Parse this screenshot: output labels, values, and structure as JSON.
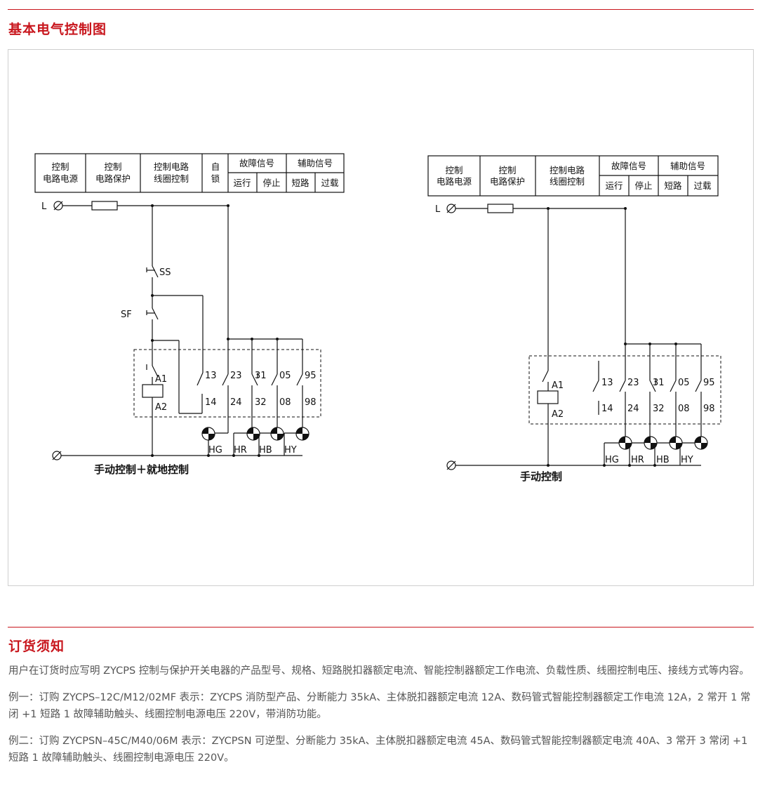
{
  "section1": {
    "title": "基本电气控制图"
  },
  "section2": {
    "title": "订货须知"
  },
  "header_cells": {
    "power": [
      "控制",
      "电路电源"
    ],
    "protect": [
      "控制",
      "电路保护"
    ],
    "coil": [
      "控制电路",
      "线圈控制"
    ],
    "selflock": [
      "自",
      "锁"
    ],
    "fault": "故障信号",
    "aux": "辅助信号",
    "run": "运行",
    "stop": "停止",
    "short": "短路",
    "overload": "过载"
  },
  "terminals": {
    "L": "L",
    "SS": "SS",
    "SF": "SF",
    "A1": "A1",
    "A2": "A2",
    "t13": "13",
    "t14": "14",
    "t23": "23",
    "t24": "24",
    "t31": "31",
    "t32": "32",
    "t05": "05",
    "t08": "08",
    "t95": "95",
    "t98": "98"
  },
  "lamps": [
    "HG",
    "HR",
    "HB",
    "HY"
  ],
  "captions": {
    "left": "手动控制＋就地控制",
    "right": "手动控制"
  },
  "notes": [
    "用户在订货时应写明 ZYCPS 控制与保护开关电器的产品型号、规格、短路脱扣器额定电流、智能控制器额定工作电流、负载性质、线圈控制电压、接线方式等内容。",
    "例一：订购 ZYCPS–12C/M12/02MF 表示：ZYCPS 消防型产品、分断能力 35kA、主体脱扣器额定电流 12A、数码管式智能控制器额定工作电流 12A，2 常开 1 常闭 +1 短路 1 故障辅助触头、线圈控制电源电压 220V，带消防功能。",
    "例二：订购 ZYCPSN–45C/M40/06M 表示：ZYCPSN 可逆型、分断能力 35kA、主体脱扣器额定电流 45A、数码管式智能控制器额定电流 40A、3 常开 3 常闭 +1 短路 1 故障辅助触头、线圈控制电源电压 220V。"
  ],
  "colors": {
    "accent": "#c8161d",
    "line": "#111111",
    "border": "#cfcfcf"
  }
}
